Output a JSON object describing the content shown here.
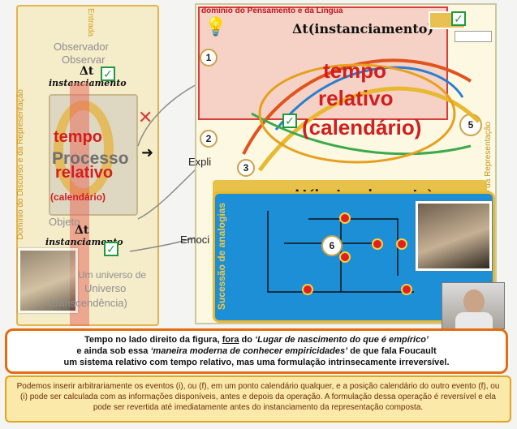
{
  "colors": {
    "accent_orange": "#e36d12",
    "tempo_red": "#d21e1e",
    "blue_region": "#1d8fd6",
    "yellow_border": "#e3a420",
    "check_green": "#1f9a3a"
  },
  "left_panel": {
    "vertical_label": "Domínio do Discurso e da Representação",
    "observador_1": "Observador",
    "observador_2": "Observar",
    "entrada": "Entrada",
    "dt_top": "Δt",
    "instanciamento_top": "instanciamento",
    "tempo": "tempo",
    "relativo": "relativo",
    "calendario": "(calendário)",
    "processo": "Processo",
    "objeto": "Objeto",
    "dt_bottom": "Δt",
    "instanciamento_bottom": "instanciamento",
    "universo_1": "Um universo de",
    "universo_2": "Universo",
    "transcendencia": "(transcendência)"
  },
  "right_panel": {
    "top_title": "domínio do Pensamento e da Língua",
    "dt_top": "Δt(instanciamento)",
    "tempo": "tempo",
    "relativo": "relativo",
    "calendario": "(calendário)",
    "dt_middle": "Δt(instanciamento)",
    "explica": "Expli",
    "emocio": "Emoci",
    "vertical_right": "Domínio da Representação",
    "vertical_blue": "Sucessão de analogias",
    "numbers": [
      "1",
      "2",
      "3",
      "5",
      "6"
    ]
  },
  "caption": {
    "line1_a": "Tempo no lado direito da figura, ",
    "line1_fora": "fora",
    "line1_b": " do ",
    "line1_quote": "‘Lugar de nascimento do que é empírico’",
    "line2_a": "e ainda sob essa ",
    "line2_quote": "‘maneira moderna de conhecer empiricidades’",
    "line2_b": " de que fala Foucault",
    "line3": "um sistema relativo com tempo relativo, mas uma formulação intrinsecamente irreversível."
  },
  "bottom_text": "Podemos inserir arbitrariamente os eventos (i), ou (f), em um ponto calendário qualquer, e a posição calendário do outro evento (f), ou (i) pode ser calculada com as informações disponíveis, antes e depois da operação. A formulação dessa operação é reversível e ela pode ser revertida até imediatamente antes do instanciamento da representação composta."
}
